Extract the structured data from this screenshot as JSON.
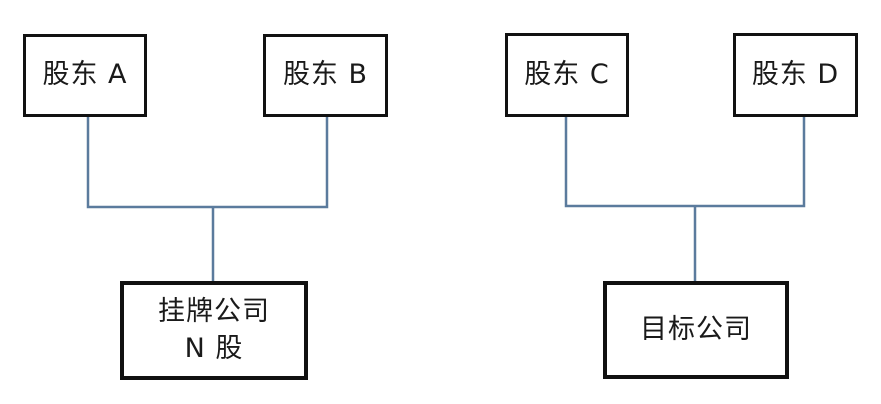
{
  "diagram": {
    "type": "org-structure",
    "line_color": "#5b7b9d",
    "box_border_color": "#111111",
    "text_color": "#1a1a1a",
    "background_color": "#ffffff",
    "nodes": {
      "shareholder_a": {
        "label": "股东 A"
      },
      "shareholder_b": {
        "label": "股东 B"
      },
      "shareholder_c": {
        "label": "股东 C"
      },
      "shareholder_d": {
        "label": "股东 D"
      },
      "listed_company": {
        "label_line1": "挂牌公司",
        "label_line2": "N 股"
      },
      "target_company": {
        "label": "目标公司"
      }
    },
    "edges": [
      {
        "from": "股东 A",
        "to": "挂牌公司 N 股"
      },
      {
        "from": "股东 B",
        "to": "挂牌公司 N 股"
      },
      {
        "from": "股东 C",
        "to": "目标公司"
      },
      {
        "from": "股东 D",
        "to": "目标公司"
      }
    ]
  }
}
